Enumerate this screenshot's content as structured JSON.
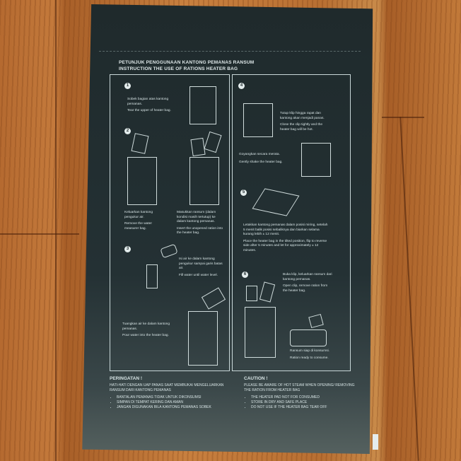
{
  "header": {
    "title_id": "PETUNJUK PENGGUNAAN KANTONG PEMANAS RANSUM",
    "title_en": "INSTRUCTION THE USE OF RATIONS HEATER BAG"
  },
  "steps": [
    {
      "num": "1",
      "text_id": "Sobek bagian atas kantong pemanas.",
      "text_en": "Tear the upper of heater bag."
    },
    {
      "num": "2",
      "a_id": "Keluarkan kantong pengukur air.",
      "a_en": "Remove the water measurer bag.",
      "b_id": "Masukkan ransum (dalam kondisi masih tertutup) ke dalam kantong pemanas.",
      "b_en": "Insert the unopened ration into the heater bag."
    },
    {
      "num": "3",
      "text_id": "Isi air ke dalam kantong pengukur sampai garis batas air.",
      "text_en": "Fill water until water level.",
      "c_id": "Tuangkan air ke dalam kantong pemanas.",
      "c_en": "Pour water into the heater bag."
    },
    {
      "num": "4",
      "text_id": "Tutup klip hingga rapat dan kantong akan menjadi panas.",
      "text_en": "Close the clip tightly and the heater bag will be hot.",
      "b_id": "Goyangkan secara merata.",
      "b_en": "Gently shake the heater bag."
    },
    {
      "num": "5",
      "text_id": "Letakkan kantong pemanas dalam posisi miring, setelah 5 menit balik posisi sebaliknya dan biarkan selama kurang lebih ± 12 menit.",
      "text_en": "Place the heater bag in the tilted position, flip to reverse side after 5 minutes and let for approximately ± 12 minutes."
    },
    {
      "num": "6",
      "text_id": "Buka klip, keluarkan ransum dari kantong pemanas.",
      "text_en": "Open clip, remove ration from the heater bag.",
      "b_id": "Ransum siap di konsumsi.",
      "b_en": "Ration ready to consume."
    }
  ],
  "warning_id": {
    "title": "PERINGATAN !",
    "lead": "HATI-HATI DENGAN UAP PANAS SAAT MEMBUKA/ MENGELUARKAN RANSUM DARI KANTONG PEMANAS",
    "items": [
      "BANTALAN PEMANAS TIDAK UNTUK DIKONSUMSI",
      "SIMPAN DI TEMPAT KERING DAN AMAN",
      "JANGAN DIGUNAKAN BILA KANTONG PEMANAS SOBEK"
    ]
  },
  "warning_en": {
    "title": "CAUTION !",
    "lead": "PLEASE BE AWARE OF HOT STEAM WHEN OPENING/ REMOVING THE RATION FROM HEATER BAG",
    "items": [
      "THE HEATER PAD NOT FOR CONSUMED",
      "STORE IN DRY AND SAFE PLACE",
      "DO NOT USE IF THE HEATER BAG TEAR OFF"
    ]
  }
}
